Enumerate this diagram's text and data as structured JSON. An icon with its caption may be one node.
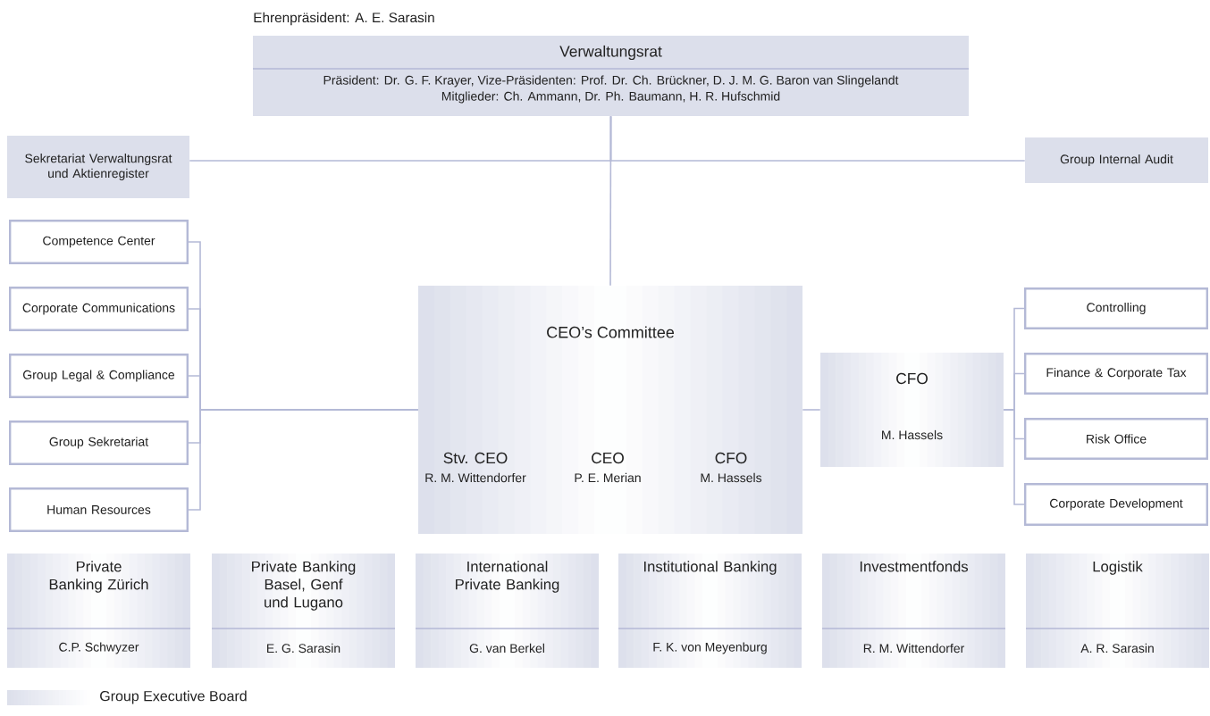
{
  "diagram": {
    "nodes": [
      {
        "text": [
          "Verwaltungsrat",
          "Präsident: Dr. G. F. Krayer, Vize-Präsidenten: Prof. Dr. Ch. Brückner, D. J. M. G. Baron van Slingelandt",
          "Mitglieder: Ch. Ammann, Dr. Ph. Baumann, H. R. Hufschmid"
        ],
        "beside": [
          "Ehrenpräsident: A. E. Sarasin"
        ]
      },
      {
        "text": [
          "Sekretariat Verwaltungsrat und Aktienregister"
        ]
      },
      {
        "text": [
          "Group Internal Audit"
        ]
      },
      {
        "text": [
          "Competence Center"
        ]
      },
      {
        "text": [
          "Corporate Communications"
        ]
      },
      {
        "text": [
          "Group Legal & Compliance"
        ]
      },
      {
        "text": [
          "Group Sekretariat"
        ]
      },
      {
        "text": [
          "Human Resources"
        ]
      },
      {
        "text": [
          "CEO’s Committee",
          "Stv. CEO",
          "R. M. Wittendorfer",
          "CEO",
          "P. E. Merian",
          "CFO",
          "M. Hassels"
        ]
      },
      {
        "text": [
          "CFO",
          "M. Hassels"
        ]
      },
      {
        "text": [
          "Controlling"
        ]
      },
      {
        "text": [
          "Finance & Corporate Tax"
        ]
      },
      {
        "text": [
          "Risk Office"
        ]
      },
      {
        "text": [
          "Corporate Development"
        ]
      },
      {
        "text": [
          "Private Banking Zürich",
          "C.P. Schwyzer"
        ]
      },
      {
        "text": [
          "Private Banking Basel, Genf und Lugano",
          "E. G. Sarasin"
        ]
      },
      {
        "text": [
          "International Private Banking",
          "G. van Berkel"
        ]
      },
      {
        "text": [
          "Institutional Banking",
          "F. K. von Meyenburg"
        ]
      },
      {
        "text": [
          "Investmentfonds",
          "R. M. Wittendorfer"
        ]
      },
      {
        "text": [
          "Logistik",
          "A. R. Sarasin"
        ]
      }
    ],
    "edges": [
      {
        "from": 0,
        "to": 1,
        "arrow": "none"
      },
      {
        "from": 0,
        "to": 2,
        "arrow": "none"
      },
      {
        "from": 0,
        "to": 8,
        "arrow": "none"
      },
      {
        "from": 3,
        "to": 8,
        "arrow": "none"
      },
      {
        "from": 4,
        "to": 8,
        "arrow": "none"
      },
      {
        "from": 5,
        "to": 8,
        "arrow": "none"
      },
      {
        "from": 6,
        "to": 8,
        "arrow": "none"
      },
      {
        "from": 7,
        "to": 8,
        "arrow": "none"
      },
      {
        "from": 8,
        "to": 9,
        "arrow": "none"
      },
      {
        "from": 9,
        "to": 10,
        "arrow": "none"
      },
      {
        "from": 9,
        "to": 11,
        "arrow": "none"
      },
      {
        "from": 9,
        "to": 12,
        "arrow": "none"
      },
      {
        "from": 9,
        "to": 13,
        "arrow": "none"
      }
    ],
    "legend": [
      {
        "text": "Group Executive Board"
      }
    ]
  }
}
